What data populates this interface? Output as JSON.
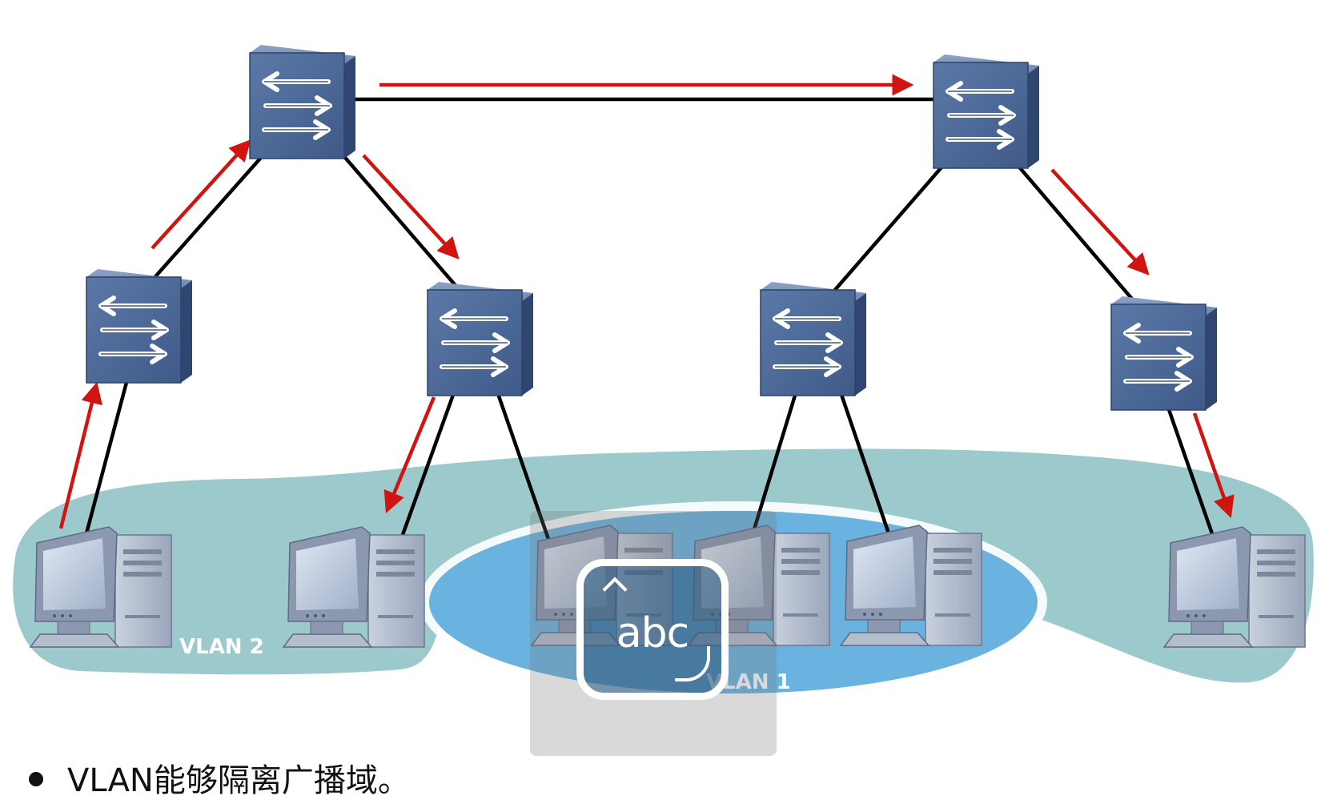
{
  "diagram": {
    "vlan_labels": [
      "VLAN 2",
      "VLAN 1"
    ],
    "caption": "VLAN能够隔离广播域。",
    "colors": {
      "link": "#000000",
      "broadcast_arrow": "#d0140f",
      "vlan2_region": "#9cc9cc",
      "vlan1_region": "#6ab3e0",
      "switch_face": "#4d6a98",
      "pc_body": "#aeb8c9"
    },
    "overlay": {
      "ime_label": "abc"
    }
  }
}
